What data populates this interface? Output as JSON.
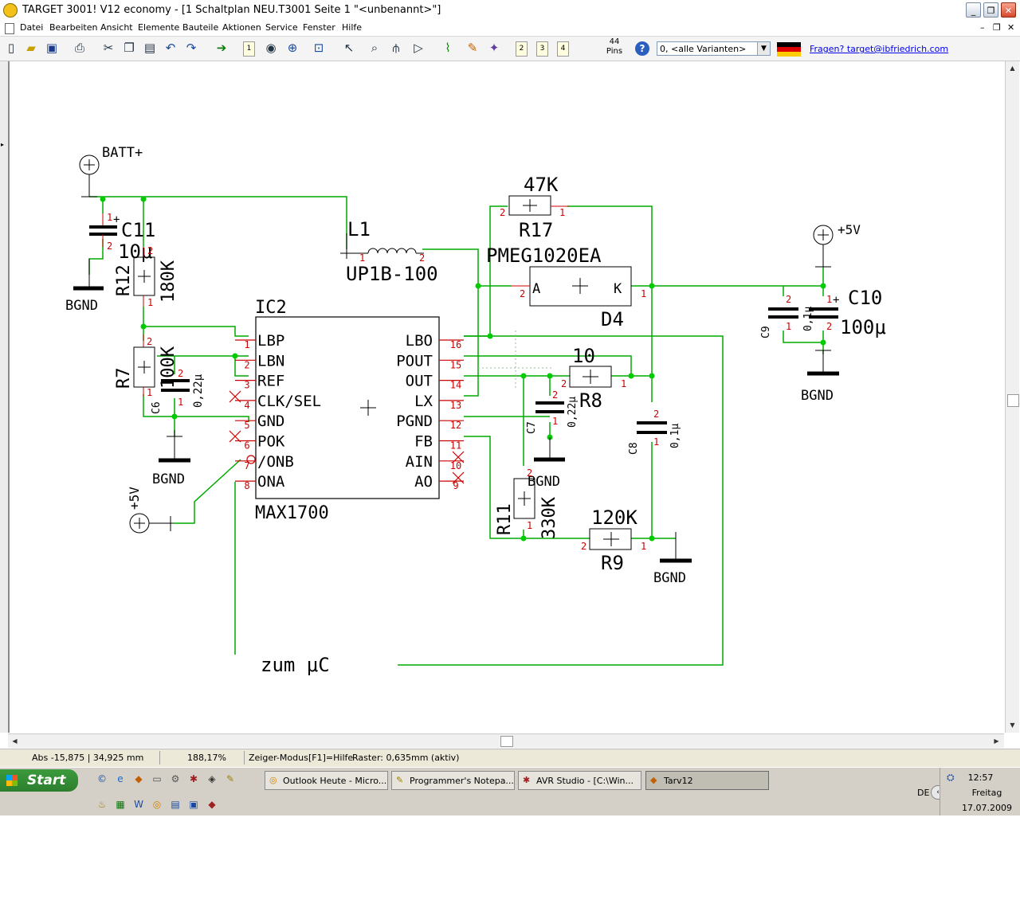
{
  "window": {
    "title": "TARGET 3001! V12 economy - [1 Schaltplan NEU.T3001 Seite 1 \"<unbenannt>\"]",
    "min": "_",
    "restore": "❐",
    "close": "✕",
    "inner_min": "–",
    "inner_restore": "❐",
    "inner_close": "✕"
  },
  "menu": [
    "Datei",
    "Bearbeiten",
    "Ansicht",
    "Elemente",
    "Bauteile",
    "Aktionen",
    "Service",
    "Fenster",
    "Hilfe"
  ],
  "toolbar": {
    "page_buttons": [
      "1",
      "2",
      "3",
      "4"
    ],
    "pins_count": "44",
    "pins_label": "Pins",
    "variant_value": "0, <alle Varianten>",
    "help_link": "Fragen? target@ibfriedrich.com",
    "colors": {
      "flag": [
        "#000000",
        "#dd0000",
        "#ffcc00"
      ]
    }
  },
  "schematic": {
    "colors": {
      "wire": "#00aa00",
      "pin": "#cc0000",
      "symbol": "#000000",
      "pinnum": "#cc0000"
    },
    "ic": {
      "ref": "IC2",
      "value": "MAX1700",
      "left_pins": [
        {
          "name": "LBP",
          "num": "1"
        },
        {
          "name": "LBN",
          "num": "2"
        },
        {
          "name": "REF",
          "num": "3"
        },
        {
          "name": "CLK/SEL",
          "num": "4"
        },
        {
          "name": "GND",
          "num": "5"
        },
        {
          "name": "POK",
          "num": "6"
        },
        {
          "name": "/ONB",
          "num": "7"
        },
        {
          "name": "ONA",
          "num": "8"
        }
      ],
      "right_pins": [
        {
          "name": "LBO",
          "num": "16"
        },
        {
          "name": "POUT",
          "num": "15"
        },
        {
          "name": "OUT",
          "num": "14"
        },
        {
          "name": "LX",
          "num": "13"
        },
        {
          "name": "PGND",
          "num": "12"
        },
        {
          "name": "FB",
          "num": "11"
        },
        {
          "name": "AIN",
          "num": "10"
        },
        {
          "name": "AO",
          "num": "9"
        }
      ]
    },
    "labels": {
      "batt": "BATT+",
      "c11": "C11",
      "c11_val": "10μ",
      "r12": "R12",
      "r12_val": "180K",
      "bgnd": "BGND",
      "r7": "R7",
      "r7_val": "100K",
      "c6": "C6",
      "c6_val": "0,22μ",
      "l1": "L1",
      "l1_val": "UP1B-100",
      "r17_val": "47K",
      "r17": "R17",
      "d4_val": "PMEG1020EA",
      "d4": "D4",
      "anode": "A",
      "kathode": "K",
      "p5v": "+5V",
      "c10": "C10",
      "c10_val": "100μ",
      "c9": "C9",
      "c9_val": "0,1μ",
      "r8": "R8",
      "r8_val": "10",
      "c7": "C7",
      "c7_val": "0,22μ",
      "c8": "C8",
      "c8_val": "0,1μ",
      "r11": "R11",
      "r11_val": "330K",
      "r9": "R9",
      "r9_val": "120K",
      "zum": "zum μC",
      "plus": "+",
      "pin1": "1",
      "pin2": "2"
    }
  },
  "statusbar": {
    "coords": "Abs -15,875 | 34,925 mm",
    "zoom": "188,17%",
    "mode": "Zeiger-Modus",
    "help": "[F1]=Hilfe",
    "raster": "Raster: 0,635mm (aktiv)"
  },
  "taskbar": {
    "start": "Start",
    "tasks": [
      "Outlook Heute - Micro...",
      "Programmer's Notepa...",
      "AVR Studio - [C:\\Win...",
      "Tarv12"
    ],
    "lang": "DE",
    "time": "12:57",
    "day": "Freitag",
    "date": "17.07.2009"
  }
}
